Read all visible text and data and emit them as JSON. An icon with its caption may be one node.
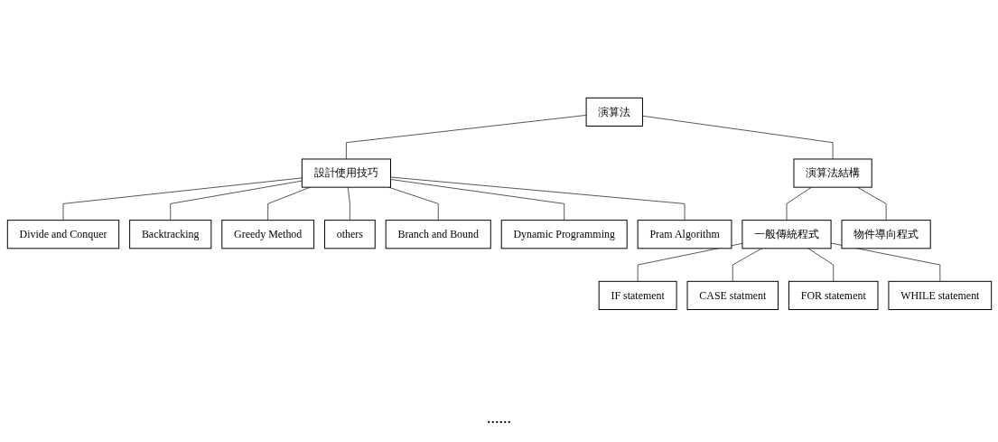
{
  "diagram": {
    "nodes": [
      {
        "text": [
          "演算法"
        ]
      },
      {
        "text": [
          "設計使用技巧"
        ]
      },
      {
        "text": [
          "演算法結構"
        ]
      },
      {
        "text": [
          "Divide and Conquer"
        ]
      },
      {
        "text": [
          "Backtracking"
        ]
      },
      {
        "text": [
          "Greedy Method"
        ]
      },
      {
        "text": [
          "others"
        ]
      },
      {
        "text": [
          "Branch and Bound"
        ]
      },
      {
        "text": [
          "Dynamic Programming"
        ]
      },
      {
        "text": [
          "Pram Algorithm"
        ]
      },
      {
        "text": [
          "一般傳統程式"
        ]
      },
      {
        "text": [
          "物件導向程式"
        ]
      },
      {
        "text": [
          "IF statement"
        ]
      },
      {
        "text": [
          "CASE statment"
        ]
      },
      {
        "text": [
          "FOR statement"
        ]
      },
      {
        "text": [
          "WHILE statement"
        ]
      }
    ],
    "edges": [
      {
        "from": 0,
        "to": 1,
        "arrow": "none"
      },
      {
        "from": 0,
        "to": 2,
        "arrow": "none"
      },
      {
        "from": 1,
        "to": 3,
        "arrow": "none"
      },
      {
        "from": 1,
        "to": 4,
        "arrow": "none"
      },
      {
        "from": 1,
        "to": 5,
        "arrow": "none"
      },
      {
        "from": 1,
        "to": 6,
        "arrow": "none"
      },
      {
        "from": 1,
        "to": 7,
        "arrow": "none"
      },
      {
        "from": 1,
        "to": 8,
        "arrow": "none"
      },
      {
        "from": 1,
        "to": 9,
        "arrow": "none"
      },
      {
        "from": 2,
        "to": 10,
        "arrow": "none"
      },
      {
        "from": 2,
        "to": 11,
        "arrow": "none"
      },
      {
        "from": 10,
        "to": 12,
        "arrow": "none"
      },
      {
        "from": 10,
        "to": 13,
        "arrow": "none"
      },
      {
        "from": 10,
        "to": 14,
        "arrow": "none"
      },
      {
        "from": 10,
        "to": 15,
        "arrow": "none"
      }
    ],
    "labels": [
      "......"
    ]
  }
}
